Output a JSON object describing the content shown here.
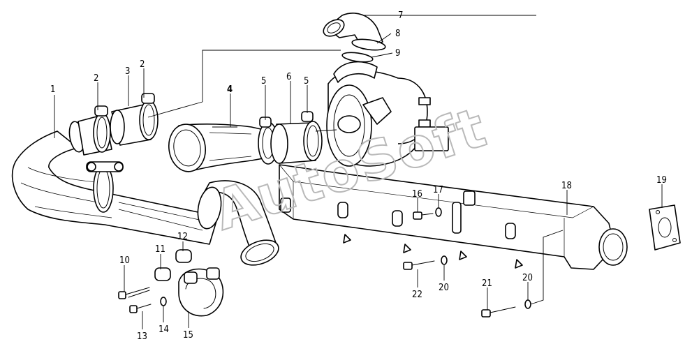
{
  "watermark": "AutoSoft",
  "callouts": [
    {
      "id": "c1",
      "text": "1"
    },
    {
      "id": "c2a",
      "text": "2"
    },
    {
      "id": "c3",
      "text": "3"
    },
    {
      "id": "c2b",
      "text": "2"
    },
    {
      "id": "c4",
      "text": "4"
    },
    {
      "id": "c5a",
      "text": "5"
    },
    {
      "id": "c6",
      "text": "6"
    },
    {
      "id": "c5b",
      "text": "5"
    },
    {
      "id": "c7",
      "text": "7"
    },
    {
      "id": "c8",
      "text": "8"
    },
    {
      "id": "c9",
      "text": "9"
    },
    {
      "id": "c10",
      "text": "10"
    },
    {
      "id": "c11",
      "text": "11"
    },
    {
      "id": "c12",
      "text": "12"
    },
    {
      "id": "c13",
      "text": "13"
    },
    {
      "id": "c14",
      "text": "14"
    },
    {
      "id": "c15",
      "text": "15"
    },
    {
      "id": "c16",
      "text": "16"
    },
    {
      "id": "c17",
      "text": "17"
    },
    {
      "id": "c18",
      "text": "18"
    },
    {
      "id": "c19",
      "text": "19"
    },
    {
      "id": "c20a",
      "text": "20"
    },
    {
      "id": "c20b",
      "text": "20"
    },
    {
      "id": "c21",
      "text": "21"
    },
    {
      "id": "c22",
      "text": "22"
    }
  ]
}
